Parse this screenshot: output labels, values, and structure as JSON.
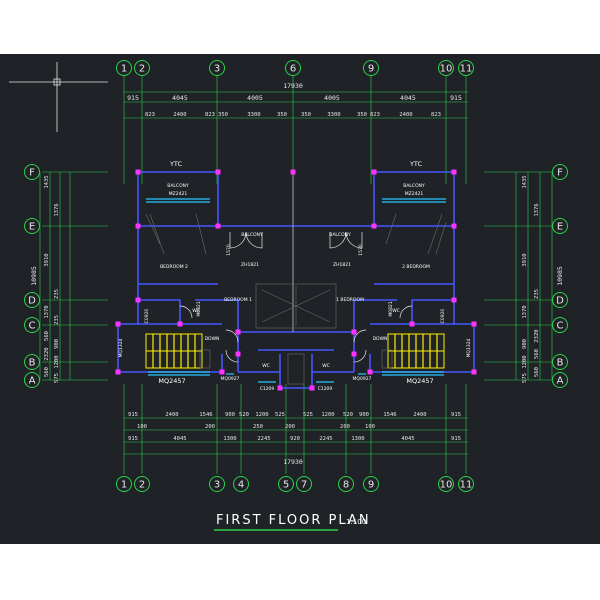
{
  "drawing": {
    "title": "FIRST  FLOOR  PLAN",
    "scale": "1:100",
    "overall_dim": "17930",
    "grid_top": [
      "1",
      "2",
      "3",
      "6",
      "9",
      "10",
      "11"
    ],
    "grid_bottom": [
      "1",
      "2",
      "3",
      "4",
      "5",
      "7",
      "8",
      "9",
      "10",
      "11"
    ],
    "grid_rows": [
      "F",
      "E",
      "D",
      "C",
      "B",
      "A"
    ],
    "top_dims_row1": [
      "915",
      "4045",
      "4005",
      "4005",
      "4045",
      "915"
    ],
    "top_dims_row2": [
      "823",
      "2400",
      "823",
      "350",
      "3300",
      "350",
      "350",
      "3300",
      "350",
      "823",
      "2400",
      "823"
    ],
    "bottom_dims_row1": [
      "915",
      "2400",
      "1546",
      "900",
      "520",
      "1200",
      "525",
      "525",
      "1200",
      "520",
      "900",
      "1546",
      "2400",
      "915"
    ],
    "bottom_dims_row2": [
      "100",
      "200",
      "250",
      "200",
      "200",
      "100"
    ],
    "bottom_dims_row3": [
      "915",
      "4045",
      "1300",
      "2245",
      "920",
      "2245",
      "1300",
      "4045",
      "915"
    ],
    "bottom_overall": "17930",
    "left_dims": [
      "1435",
      "1376",
      "3910",
      "235",
      "1370",
      "235",
      "560",
      "900",
      "2320",
      "1200",
      "560",
      "575"
    ],
    "left_overall": "10985",
    "right_dims": [
      "1435",
      "1376",
      "3910",
      "235",
      "1370",
      "2320",
      "900",
      "560",
      "1200",
      "560",
      "575"
    ],
    "right_overall": "10985",
    "rooms": {
      "ytc_left": "YTC",
      "ytc_right": "YTC",
      "balcony_tl": "BALCONY",
      "balcony_tr": "BALCONY",
      "mz_tl": "MZ2421",
      "mz_tr": "MZ2421",
      "balcony_ml": "BALCONY",
      "balcony_mr": "BALCONY",
      "zh_l": "ZH1821",
      "zh_r": "ZH1821",
      "bedroom2_l": "BEDROOM 2",
      "bedroom2_r": "2 BEDROOM",
      "bedroom1_l": "BEDROOM 1",
      "bedroom1_r": "1 BEDROOM",
      "wc_l": "WC",
      "wc_r": "WC",
      "wc_cl": "WC",
      "wc_cr": "WC",
      "down_l": "DOWN",
      "down_r": "DOWN",
      "h1570_l": "1570",
      "h1570_r": "1570",
      "mq2457_l": "MQ2457",
      "mq2457_r": "MQ2457",
      "mq0927_l": "MQ0927",
      "mq0927_r": "MQ0927",
      "c1209_l": "C1209",
      "c1209_r": "C1209",
      "m0821_l": "M0821",
      "m0821_r": "M0821",
      "c0920_l": "C0920",
      "c0920_r": "C0920",
      "mq1324_l": "MQ1324",
      "mq1324_r": "MQ1324"
    }
  },
  "colors": {
    "background": "#1f2226",
    "grid": "#2bd34a",
    "dimension": "#2bd34a",
    "wall": "#4455ff",
    "window": "#29c6ff",
    "stair": "#ffee00",
    "column": "#ff33ff"
  }
}
